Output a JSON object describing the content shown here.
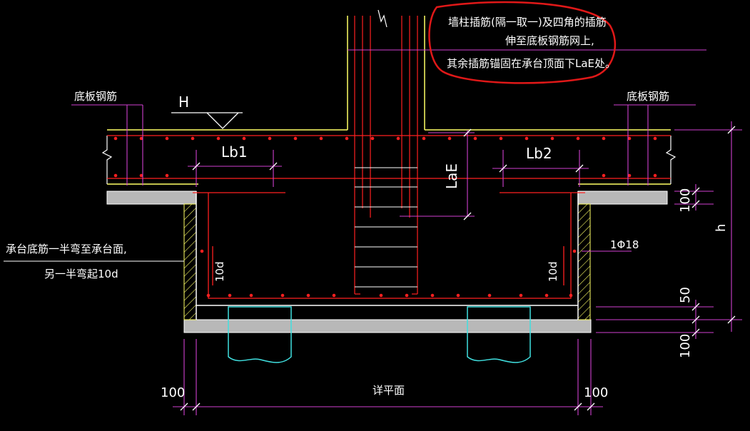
{
  "labels": {
    "note_line1": "墙柱插筋(隔一取一)及四角的插筋",
    "note_line2": "伸至底板钢筋网上,",
    "note_line3": "其余插筋锚固在承台顶面下LaE处。",
    "bottom_slab_left": "底板钢筋",
    "bottom_slab_right": "底板钢筋",
    "level_h": "H",
    "lb1": "Lb1",
    "lb2": "Lb2",
    "lae": "LaE",
    "cap_note_line1": "承台底筋一半弯至承台面,",
    "cap_note_line2": "另一半弯起10d",
    "hook_left": "10d",
    "hook_right": "10d",
    "rebar_spec": "1Φ18",
    "dim_100_top": "100",
    "dim_h": "h",
    "dim_50": "50",
    "dim_100_bottom": "100",
    "dim_100_left": "100",
    "dim_100_right": "100",
    "plan_ref": "详平面"
  },
  "colors": {
    "background": "#000000",
    "rebar": "#ff2020",
    "dimension": "#d040d0",
    "wall": "#ffff66",
    "pile": "#40e0e0",
    "highlight": "#e01818",
    "text": "#ffffff"
  }
}
